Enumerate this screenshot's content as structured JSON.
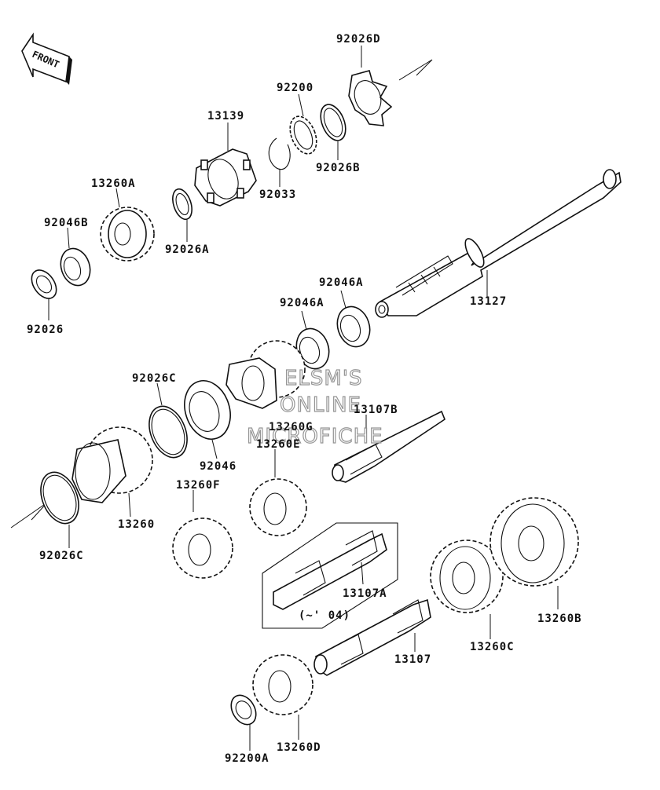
{
  "front_label": "FRONT",
  "watermark": [
    "ELSM'S",
    "ONLINE",
    "MICROFICHE"
  ],
  "note_text": "(~' 04)",
  "part_labels": {
    "p92026D": "92026D",
    "p92200": "92200",
    "p13139": "13139",
    "p92026B": "92026B",
    "p92033": "92033",
    "p13260A": "13260A",
    "p92046B": "92046B",
    "p92026A": "92026A",
    "p92026": "92026",
    "p92046A_1": "92046A",
    "p92046A_2": "92046A",
    "p13127": "13127",
    "p92026C_1": "92026C",
    "p13107B": "13107B",
    "p13260G": "13260G",
    "p13260E": "13260E",
    "p92046": "92046",
    "p13260F": "13260F",
    "p13260": "13260",
    "p92026C_2": "92026C",
    "p13107A": "13107A",
    "p13107": "13107",
    "p13260C": "13260C",
    "p13260B": "13260B",
    "p13260D": "13260D",
    "p92200A": "92200A"
  }
}
